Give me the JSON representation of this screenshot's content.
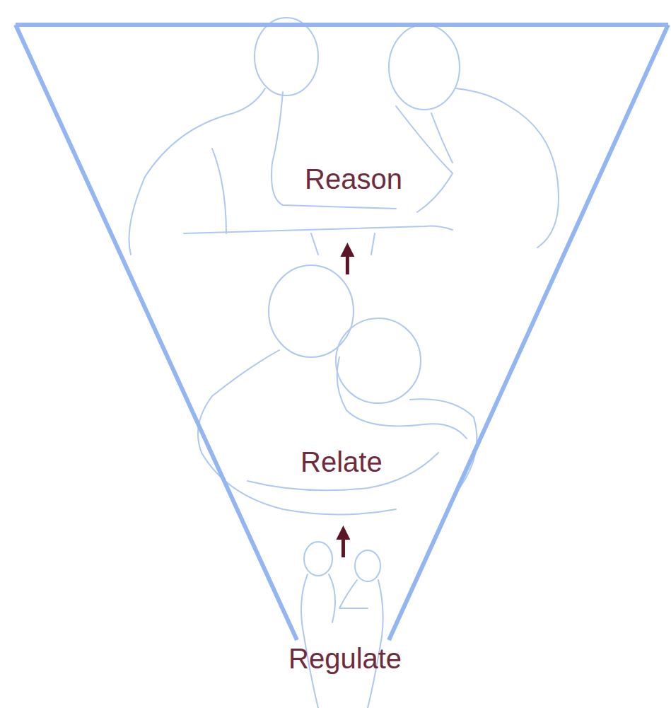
{
  "diagram": {
    "nodes": [
      {
        "text": [
          "Reason"
        ]
      },
      {
        "text": [
          "Relate"
        ]
      },
      {
        "text": [
          "Regulate"
        ]
      }
    ],
    "edges": [
      {
        "from": 2,
        "to": 1,
        "arrow": "to"
      },
      {
        "from": 1,
        "to": 0,
        "arrow": "to"
      }
    ]
  }
}
